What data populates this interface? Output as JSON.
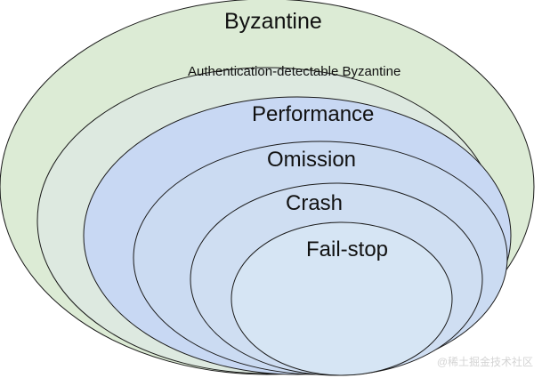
{
  "diagram": {
    "levels": [
      {
        "label": "Byzantine",
        "fill": "#dcebd5"
      },
      {
        "label": "Authentication-detectable Byzantine",
        "fill": "#dde9e0"
      },
      {
        "label": "Performance",
        "fill": "#c8d8f3"
      },
      {
        "label": "Omission",
        "fill": "#cbdbf2"
      },
      {
        "label": "Crash",
        "fill": "#cfdef2"
      },
      {
        "label": "Fail-stop",
        "fill": "#d6e5f4"
      }
    ]
  },
  "watermark": "@稀土掘金技术社区"
}
